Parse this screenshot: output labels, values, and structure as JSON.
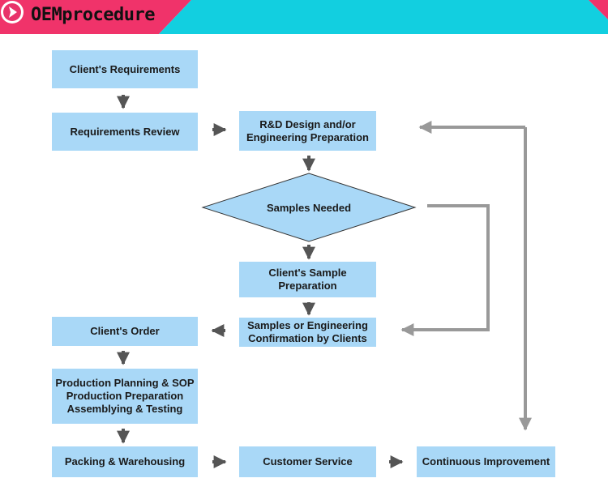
{
  "header": {
    "title": "OEMprocedure",
    "colors": {
      "cyan": "#12cfe0",
      "pink": "#f0336a",
      "badge": "#e8336a"
    }
  },
  "flowchart": {
    "box_fill": "#a9d8f7",
    "arrow_color": "#555555",
    "loop_color": "#999999",
    "nodes": {
      "clients_requirements": "Client's Requirements",
      "requirements_review": "Requirements Review",
      "rd_design": "R&D Design and/or\nEngineering Preparation",
      "samples_needed": "Samples Needed",
      "sample_preparation": "Client's Sample\nPreparation",
      "samples_confirmation": "Samples or Engineering\nConfirmation by Clients",
      "clients_order": "Client's Order",
      "production": "Production Planning & SOP\nProduction Preparation\nAssemblying & Testing",
      "packing": "Packing & Warehousing",
      "customer_service": "Customer Service",
      "continuous_improvement": "Continuous Improvement"
    }
  }
}
